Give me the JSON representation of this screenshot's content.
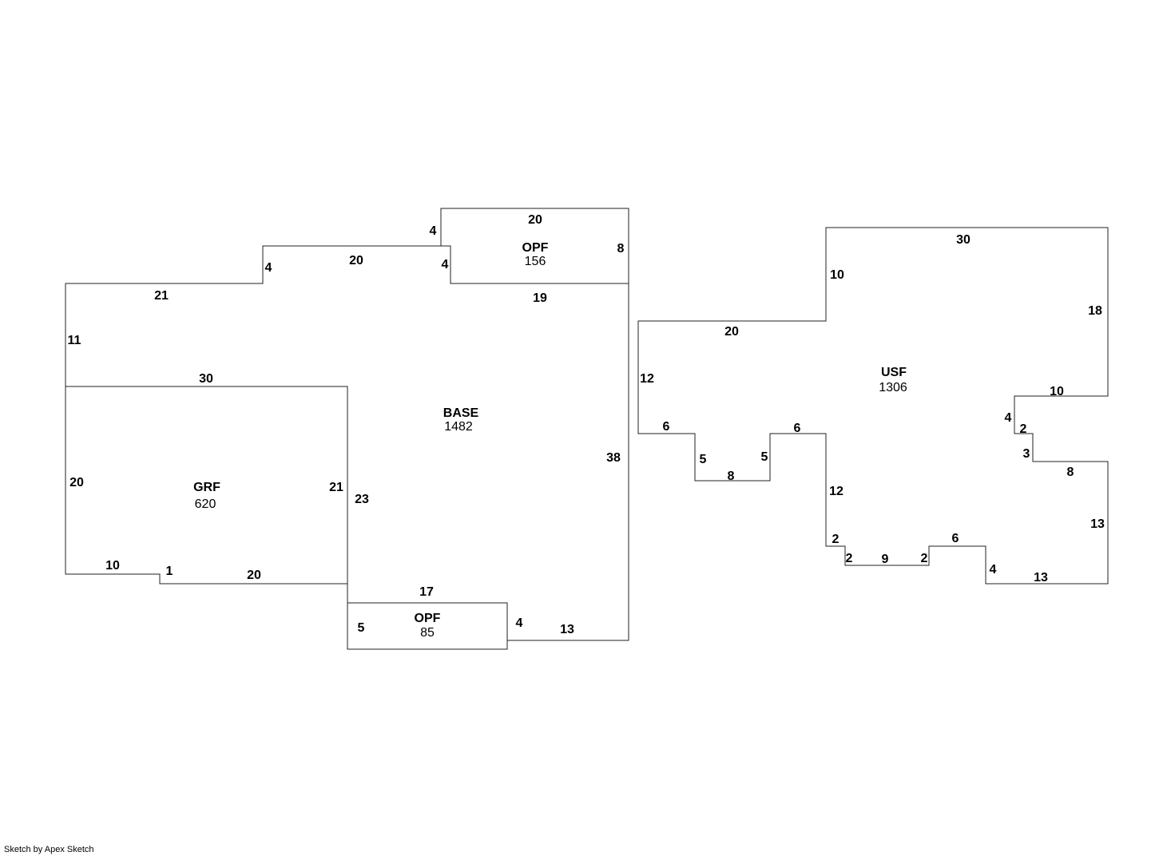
{
  "credit": "Sketch by Apex Sketch",
  "areas": {
    "base": {
      "label": "BASE",
      "value": "1482"
    },
    "grf": {
      "label": "GRF",
      "value": "620"
    },
    "opf_top": {
      "label": "OPF",
      "value": "156"
    },
    "opf_bottom": {
      "label": "OPF",
      "value": "85"
    },
    "usf": {
      "label": "USF",
      "value": "1306"
    }
  },
  "dims": {
    "base": [
      "21",
      "4",
      "20",
      "4",
      "4",
      "19",
      "38",
      "13",
      "4",
      "17",
      "23",
      "11"
    ],
    "grf": [
      "30",
      "21",
      "20",
      "10",
      "1",
      "20"
    ],
    "opf_top": [
      "20",
      "8"
    ],
    "opf_bottom": [
      "5"
    ],
    "usf": [
      "20",
      "10",
      "30",
      "18",
      "10",
      "4",
      "2",
      "3",
      "8",
      "13",
      "13",
      "4",
      "6",
      "2",
      "9",
      "2",
      "2",
      "12",
      "6",
      "5",
      "8",
      "5",
      "6",
      "12"
    ]
  }
}
